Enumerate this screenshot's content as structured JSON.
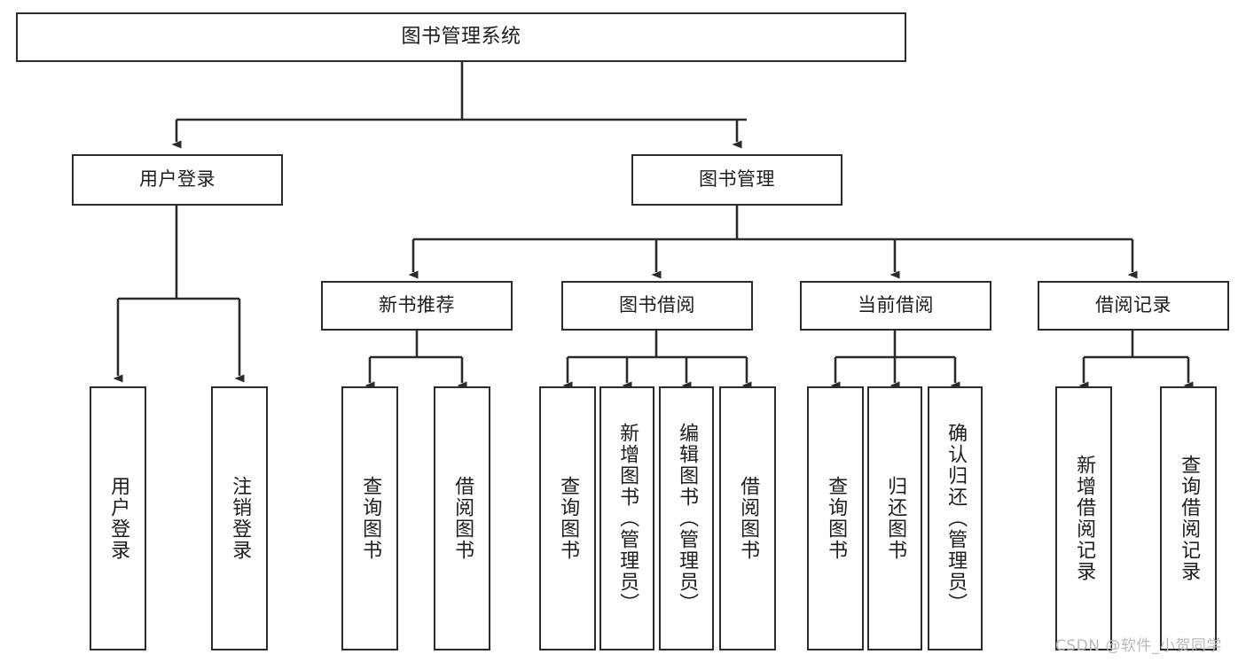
{
  "diagram": {
    "title": "图书管理系统",
    "type": "tree-hierarchy",
    "line_color": "#2b2b2b",
    "text_color": "#1d1d1d",
    "background": "#ffffff"
  },
  "nodes": {
    "root": {
      "label": "图书管理系统"
    },
    "level2": [
      {
        "label": "用户登录"
      },
      {
        "label": "图书管理"
      }
    ],
    "level3": [
      {
        "label": "新书推荐"
      },
      {
        "label": "图书借阅"
      },
      {
        "label": "当前借阅"
      },
      {
        "label": "借阅记录"
      }
    ],
    "leaves": {
      "user_login": [
        {
          "label": "用户登录"
        },
        {
          "label": "注销登录"
        }
      ],
      "new_book_recommend": [
        {
          "label": "查询图书"
        },
        {
          "label": "借阅图书"
        }
      ],
      "book_borrow": [
        {
          "label": "查询图书"
        },
        {
          "label": "新增图书（管理员）"
        },
        {
          "label": "编辑图书（管理员）"
        },
        {
          "label": "借阅图书"
        }
      ],
      "current_borrow": [
        {
          "label": "查询图书"
        },
        {
          "label": "归还图书"
        },
        {
          "label": "确认归还（管理员）"
        }
      ],
      "borrow_record": [
        {
          "label": "新增借阅记录"
        },
        {
          "label": "查询借阅记录"
        }
      ]
    }
  },
  "watermark": {
    "text": "CSDN @软件_小贺同学"
  }
}
